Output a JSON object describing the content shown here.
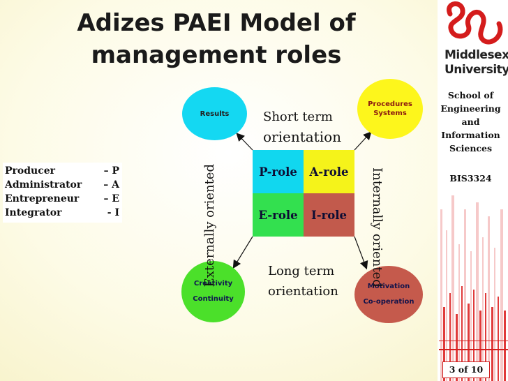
{
  "slide": {
    "title_line1": "Adizes PAEI Model of",
    "title_line2": "management roles"
  },
  "sidebar": {
    "logo_line1": "Middlesex",
    "logo_line2": "University",
    "school_lines": [
      "School of",
      "Engineering",
      "and",
      "Information",
      "Sciences"
    ],
    "course_code": "BIS3324",
    "page_number": "3 of 10"
  },
  "legend": [
    {
      "role": "Producer",
      "letter": "– P"
    },
    {
      "role": "Administrator",
      "letter": "– A"
    },
    {
      "role": "Entrepreneur",
      "letter": "– E"
    },
    {
      "role": "Integrator",
      "letter": "-  I"
    }
  ],
  "quadrants": {
    "p": "P-role",
    "a": "A-role",
    "e": "E-role",
    "i": "I-role"
  },
  "circles": {
    "results": "Results",
    "procedures_line1": "Procedures",
    "procedures_line2": "Systems",
    "creativity_line1": "Creativity",
    "creativity_line2": "Continuity",
    "motivation_line1": "Motivation",
    "motivation_line2": "Co-operation"
  },
  "orientation": {
    "short_line1": "Short term",
    "short_line2": "orientation",
    "long_line1": "Long term",
    "long_line2": "orientation",
    "external": "Externally oriented",
    "internal": "Internally oriented"
  },
  "colors": {
    "p_role": "#11d7ef",
    "a_role": "#f5f31a",
    "e_role": "#33e04f",
    "i_role": "#c25a4c"
  }
}
